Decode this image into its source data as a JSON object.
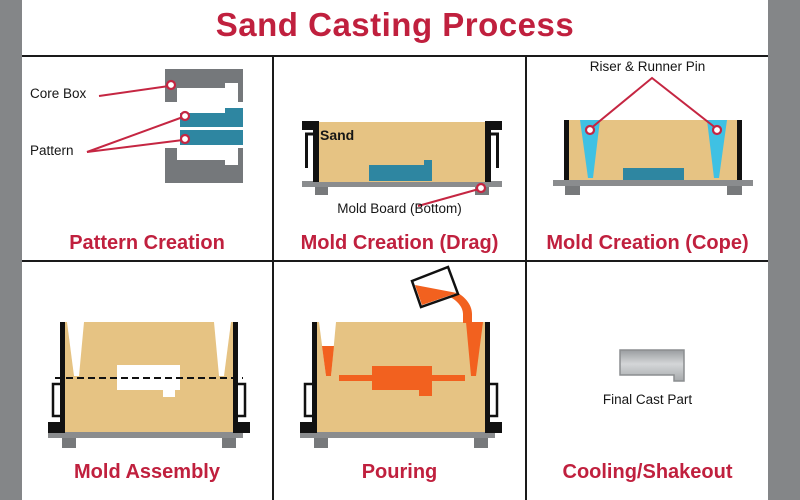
{
  "title": "Sand Casting Process",
  "colors": {
    "accent-red": "#c0203e",
    "leader-red": "#c52642",
    "sand": "#e6c383",
    "teal": "#2e86a1",
    "cyan": "#3fc1e3",
    "molten-orange": "#f2611f",
    "core-gray": "#75787b",
    "board-gray": "#8a8c8e",
    "foot-gray": "#77797b",
    "frame-gray": "#848688",
    "metal-light": "#d4d6d8",
    "metal-dark": "#9a9da0"
  },
  "panels": {
    "pattern_creation": {
      "caption": "Pattern Creation",
      "labels": {
        "core_box": "Core Box",
        "pattern": "Pattern"
      }
    },
    "mold_creation_drag": {
      "caption": "Mold Creation (Drag)",
      "labels": {
        "sand": "Sand",
        "mold_board": "Mold Board (Bottom)"
      }
    },
    "mold_creation_cope": {
      "caption": "Mold Creation (Cope)",
      "labels": {
        "riser_runner": "Riser & Runner Pin"
      }
    },
    "mold_assembly": {
      "caption": "Mold Assembly"
    },
    "pouring": {
      "caption": "Pouring"
    },
    "cooling_shakeout": {
      "caption": "Cooling/Shakeout",
      "labels": {
        "final_cast_part": "Final Cast Part"
      }
    }
  }
}
